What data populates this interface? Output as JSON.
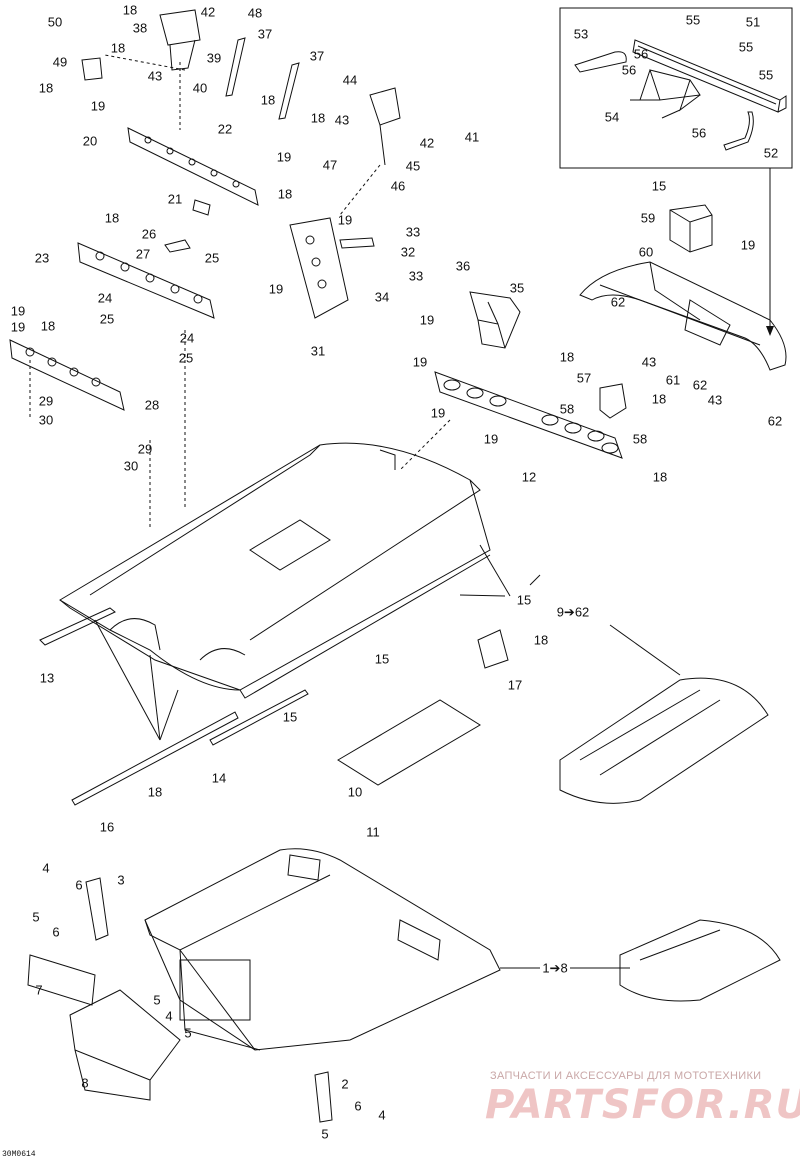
{
  "figure_id": "30M0614",
  "watermark": {
    "tagline": "ЗАПЧАСТИ И АКСЕССУАРЫ ДЛЯ МОТОТЕХНИКИ",
    "brand": "PARTSFOR.RU"
  },
  "callouts": [
    "1→8",
    "9→62",
    "1",
    "2",
    "3",
    "4",
    "5",
    "6",
    "7",
    "8",
    "10",
    "11",
    "12",
    "13",
    "14",
    "15",
    "16",
    "17",
    "18",
    "19",
    "20",
    "21",
    "22",
    "23",
    "24",
    "25",
    "26",
    "27",
    "28",
    "29",
    "30",
    "31",
    "32",
    "33",
    "34",
    "35",
    "36",
    "37",
    "38",
    "39",
    "40",
    "41",
    "42",
    "43",
    "44",
    "45",
    "46",
    "47",
    "48",
    "49",
    "50",
    "51",
    "52",
    "53",
    "54",
    "55",
    "56",
    "57",
    "58",
    "59",
    "60",
    "61",
    "62"
  ],
  "labels": [
    {
      "t": "50"
    },
    {
      "t": "18"
    },
    {
      "t": "18"
    },
    {
      "t": "49"
    },
    {
      "t": "18"
    },
    {
      "t": "38"
    },
    {
      "t": "42"
    },
    {
      "t": "48"
    },
    {
      "t": "37"
    },
    {
      "t": "43"
    },
    {
      "t": "39"
    },
    {
      "t": "40"
    },
    {
      "t": "18"
    },
    {
      "t": "37"
    },
    {
      "t": "18"
    },
    {
      "t": "44"
    },
    {
      "t": "19"
    },
    {
      "t": "20"
    },
    {
      "t": "22"
    },
    {
      "t": "43"
    },
    {
      "t": "42"
    },
    {
      "t": "41"
    },
    {
      "t": "47"
    },
    {
      "t": "45"
    },
    {
      "t": "46"
    },
    {
      "t": "19"
    },
    {
      "t": "21"
    },
    {
      "t": "18"
    },
    {
      "t": "19"
    },
    {
      "t": "18"
    },
    {
      "t": "23"
    },
    {
      "t": "26"
    },
    {
      "t": "25"
    },
    {
      "t": "27"
    },
    {
      "t": "33"
    },
    {
      "t": "32"
    },
    {
      "t": "33"
    },
    {
      "t": "19"
    },
    {
      "t": "34"
    },
    {
      "t": "24"
    },
    {
      "t": "25"
    },
    {
      "t": "24"
    },
    {
      "t": "25"
    },
    {
      "t": "31"
    },
    {
      "t": "19"
    },
    {
      "t": "18"
    },
    {
      "t": "19"
    },
    {
      "t": "28"
    },
    {
      "t": "29"
    },
    {
      "t": "30"
    },
    {
      "t": "29"
    },
    {
      "t": "30"
    },
    {
      "t": "53"
    },
    {
      "t": "55"
    },
    {
      "t": "51"
    },
    {
      "t": "55"
    },
    {
      "t": "56"
    },
    {
      "t": "56"
    },
    {
      "t": "55"
    },
    {
      "t": "54"
    },
    {
      "t": "56"
    },
    {
      "t": "52"
    },
    {
      "t": "15"
    },
    {
      "t": "59"
    },
    {
      "t": "19"
    },
    {
      "t": "60"
    },
    {
      "t": "62"
    },
    {
      "t": "36"
    },
    {
      "t": "35"
    },
    {
      "t": "19"
    },
    {
      "t": "19"
    },
    {
      "t": "18"
    },
    {
      "t": "43"
    },
    {
      "t": "57"
    },
    {
      "t": "61"
    },
    {
      "t": "62"
    },
    {
      "t": "18"
    },
    {
      "t": "43"
    },
    {
      "t": "62"
    },
    {
      "t": "58"
    },
    {
      "t": "19"
    },
    {
      "t": "58"
    },
    {
      "t": "19"
    },
    {
      "t": "12"
    },
    {
      "t": "18"
    },
    {
      "t": "15"
    },
    {
      "t": "9➔62"
    },
    {
      "t": "18"
    },
    {
      "t": "13"
    },
    {
      "t": "15"
    },
    {
      "t": "17"
    },
    {
      "t": "15"
    },
    {
      "t": "14"
    },
    {
      "t": "10"
    },
    {
      "t": "18"
    },
    {
      "t": "16"
    },
    {
      "t": "11"
    },
    {
      "t": "4"
    },
    {
      "t": "3"
    },
    {
      "t": "6"
    },
    {
      "t": "5"
    },
    {
      "t": "6"
    },
    {
      "t": "7"
    },
    {
      "t": "1➔8"
    },
    {
      "t": "5"
    },
    {
      "t": "4"
    },
    {
      "t": "5"
    },
    {
      "t": "8"
    },
    {
      "t": "2"
    },
    {
      "t": "6"
    },
    {
      "t": "4"
    },
    {
      "t": "5"
    }
  ]
}
